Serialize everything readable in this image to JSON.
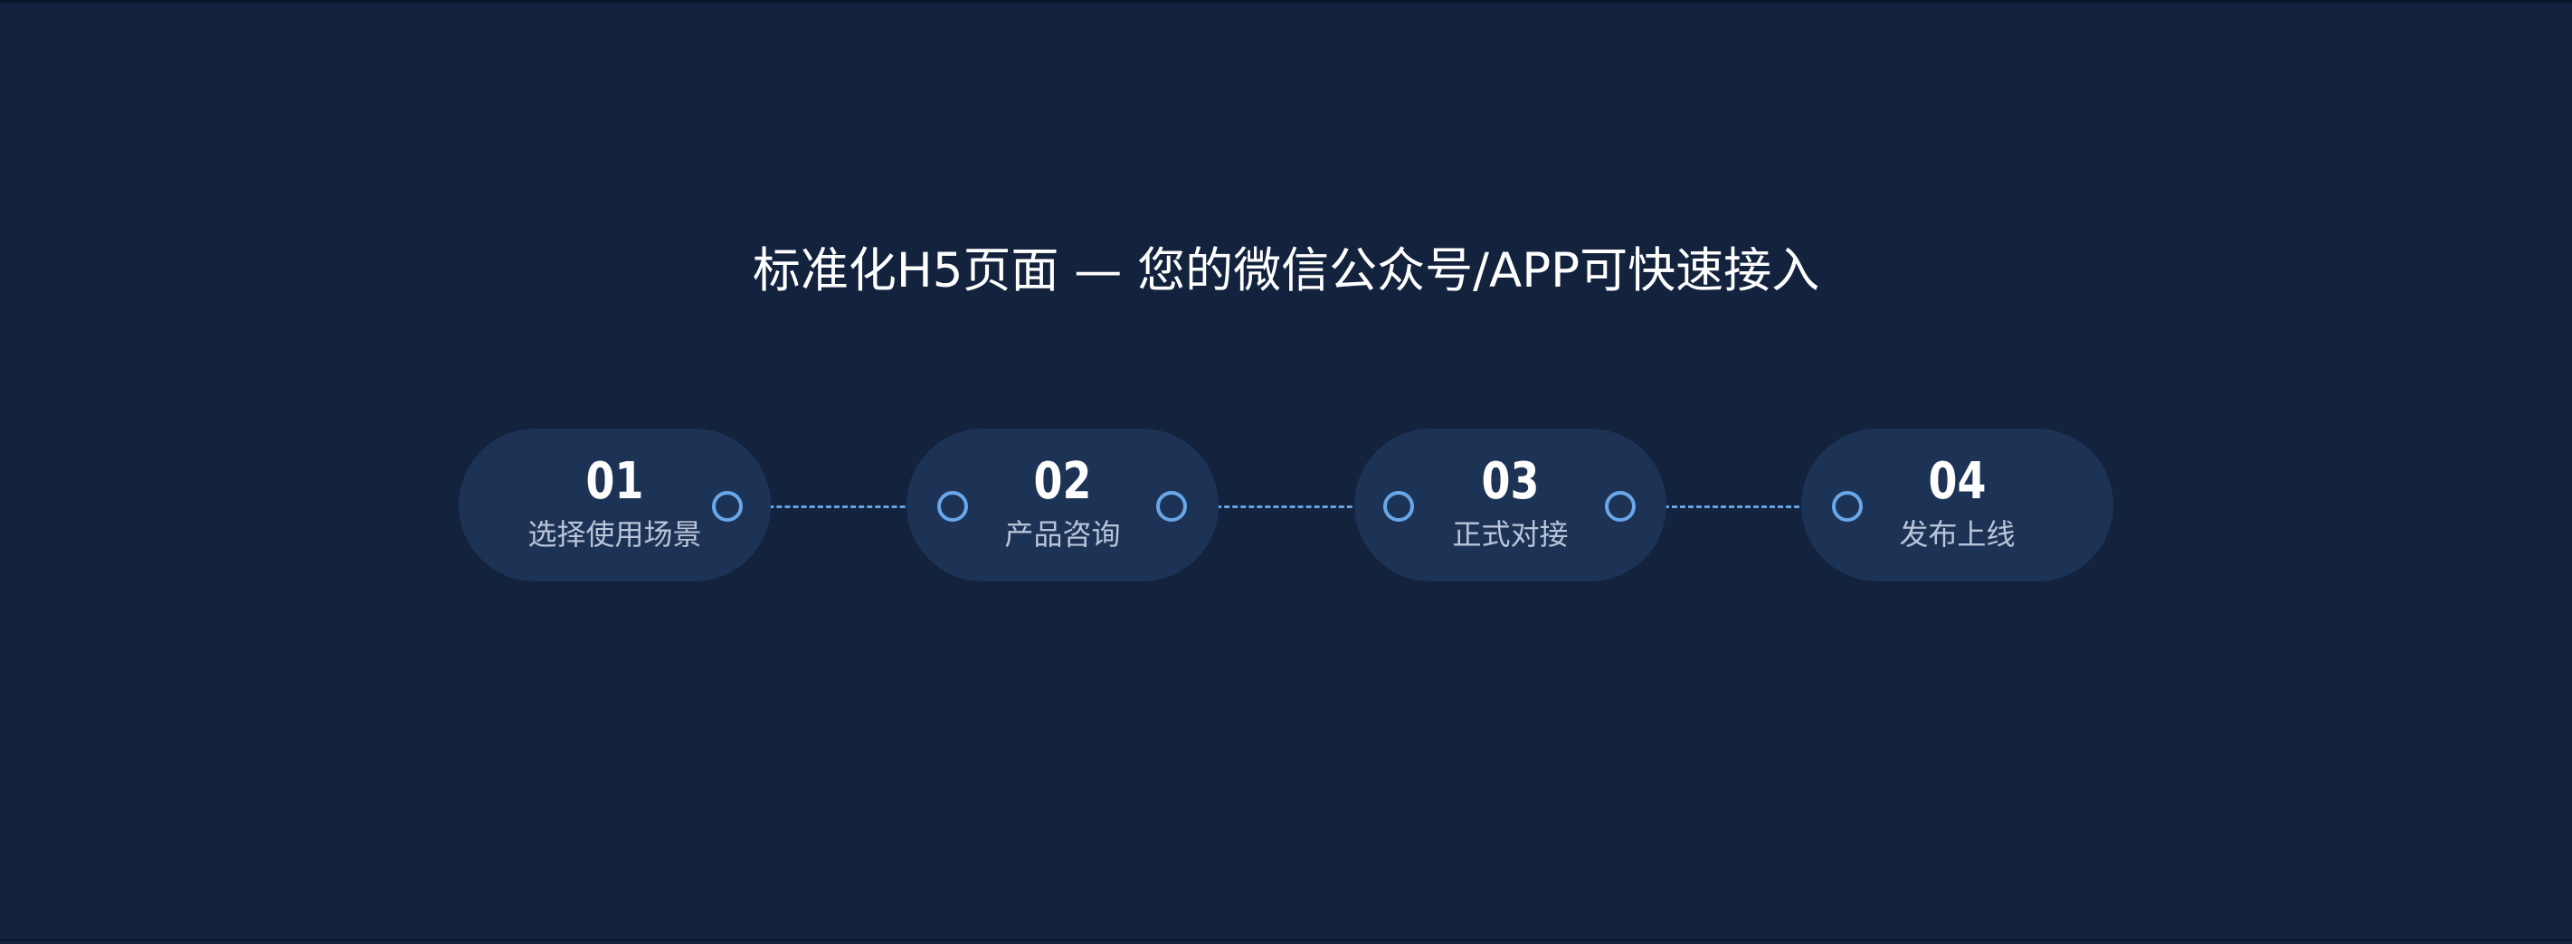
{
  "header": {
    "title": "标准化H5页面 — 您的微信公众号/APP可快速接入"
  },
  "steps": [
    {
      "number": "01",
      "label": "选择使用场景"
    },
    {
      "number": "02",
      "label": "产品咨询"
    },
    {
      "number": "03",
      "label": "正式对接"
    },
    {
      "number": "04",
      "label": "发布上线"
    }
  ],
  "colors": {
    "background": "#13223d",
    "step_pill": "#1d3355",
    "accent": "#66a3e3",
    "title": "#ffffff",
    "step_label": "#b8c5d9"
  }
}
